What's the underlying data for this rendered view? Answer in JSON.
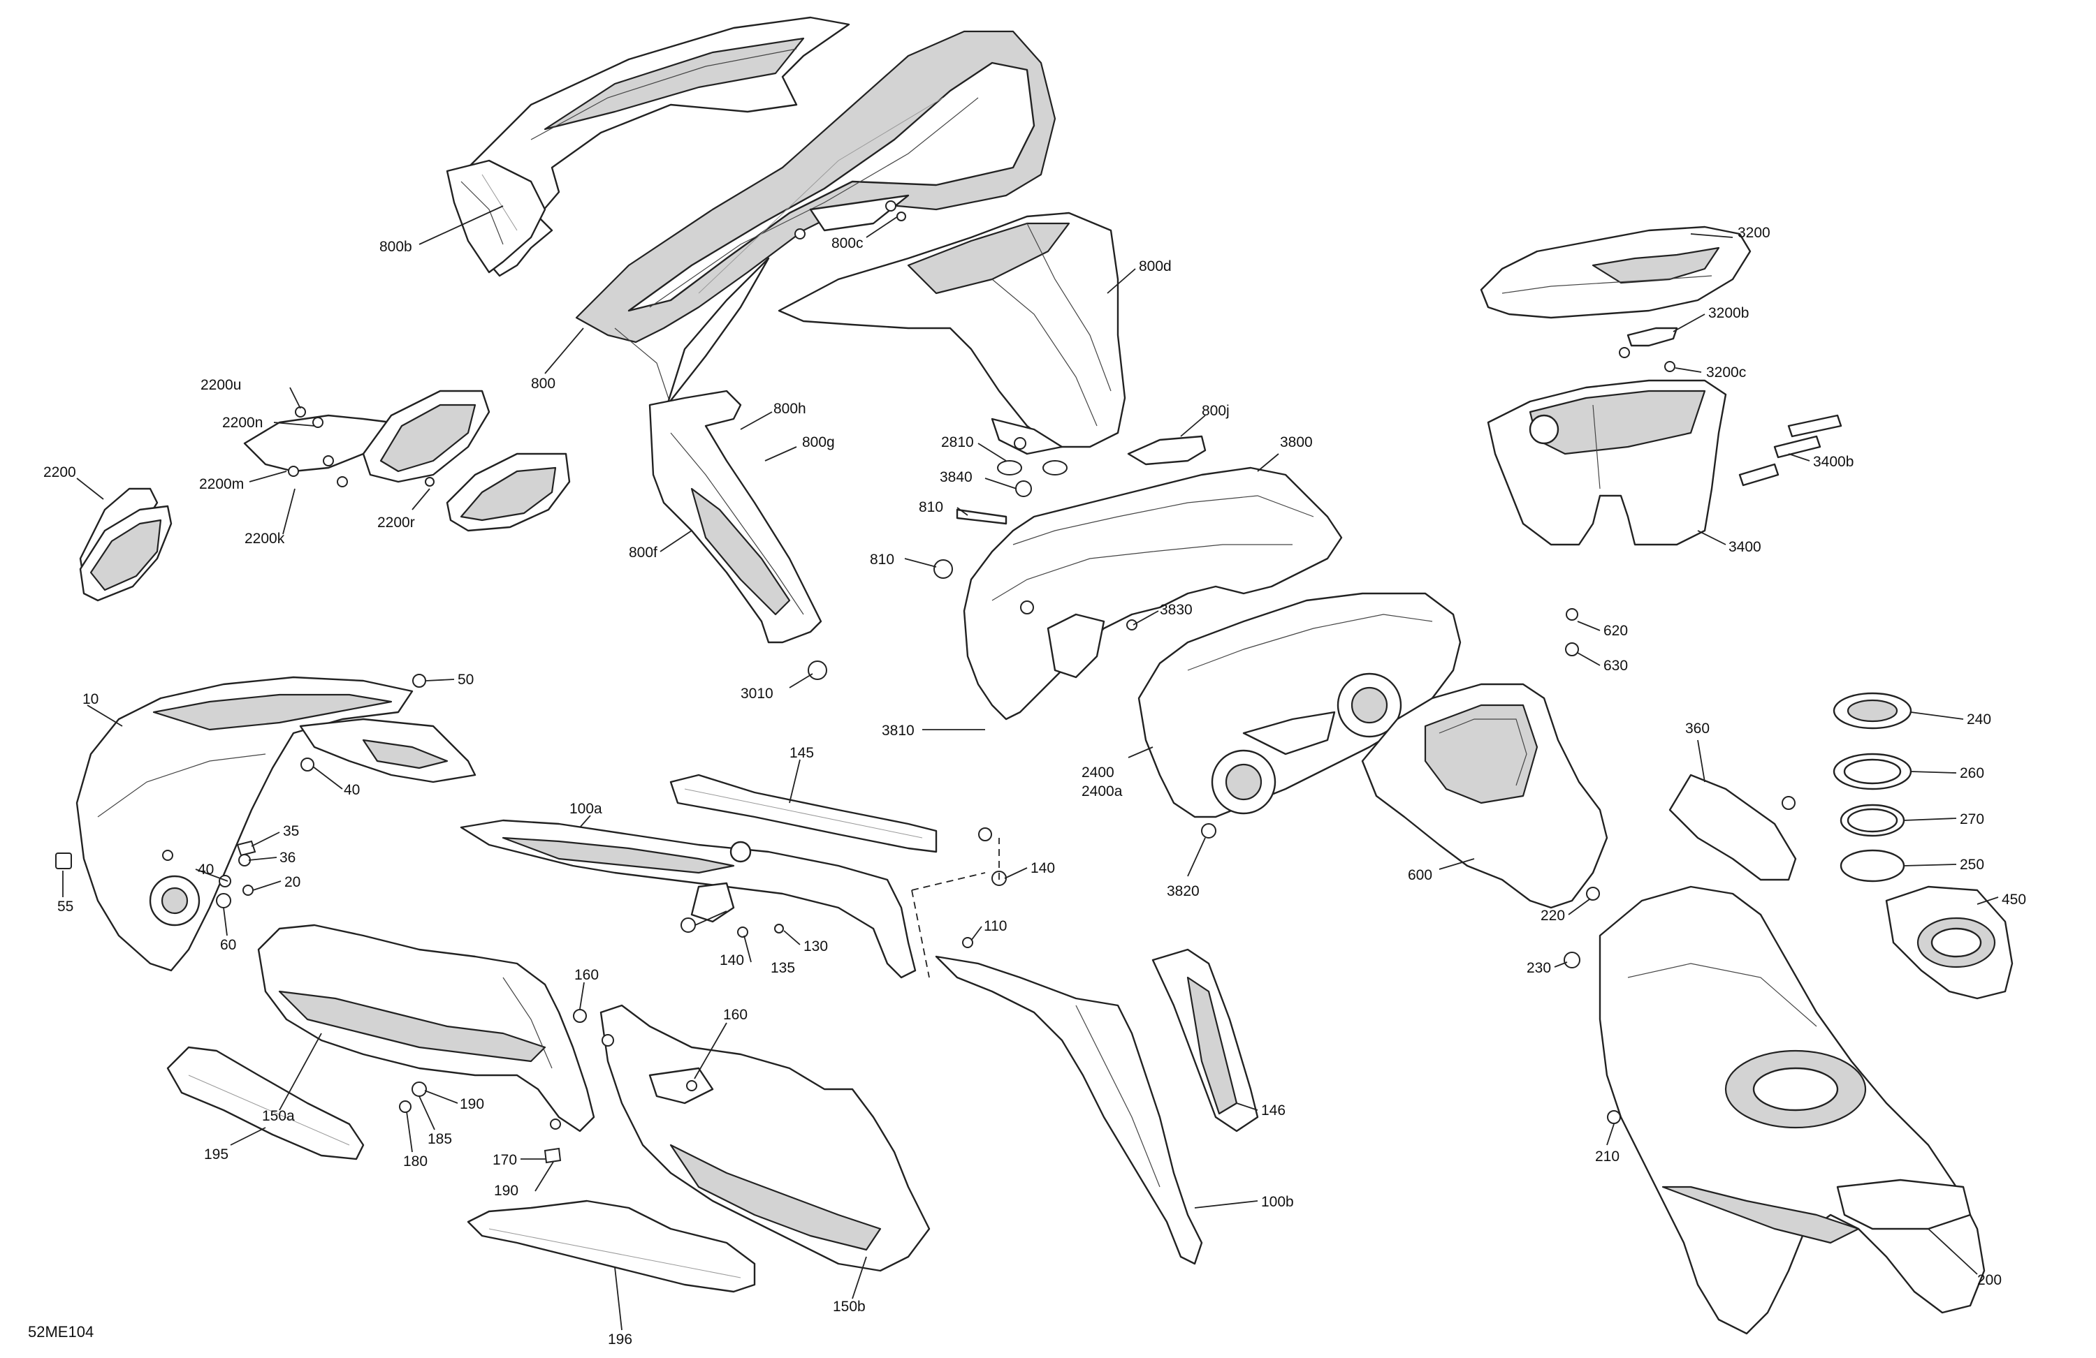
{
  "diagram": {
    "reference": "52ME104",
    "callouts": [
      {
        "id": "800b",
        "text": "800b"
      },
      {
        "id": "800c",
        "text": "800c"
      },
      {
        "id": "800d",
        "text": "800d"
      },
      {
        "id": "800",
        "text": "800"
      },
      {
        "id": "800h",
        "text": "800h"
      },
      {
        "id": "800g",
        "text": "800g"
      },
      {
        "id": "800f",
        "text": "800f"
      },
      {
        "id": "800j",
        "text": "800j"
      },
      {
        "id": "2200u",
        "text": "2200u"
      },
      {
        "id": "2200n",
        "text": "2200n"
      },
      {
        "id": "2200",
        "text": "2200"
      },
      {
        "id": "2200m",
        "text": "2200m"
      },
      {
        "id": "2200k",
        "text": "2200k"
      },
      {
        "id": "2200r",
        "text": "2200r"
      },
      {
        "id": "2810",
        "text": "2810"
      },
      {
        "id": "3840",
        "text": "3840"
      },
      {
        "id": "810a",
        "text": "810"
      },
      {
        "id": "810b",
        "text": "810"
      },
      {
        "id": "3800",
        "text": "3800"
      },
      {
        "id": "3830",
        "text": "3830"
      },
      {
        "id": "3010",
        "text": "3010"
      },
      {
        "id": "3810",
        "text": "3810"
      },
      {
        "id": "3820",
        "text": "3820"
      },
      {
        "id": "2400",
        "text": "2400"
      },
      {
        "id": "2400a",
        "text": "2400a"
      },
      {
        "id": "3200",
        "text": "3200"
      },
      {
        "id": "3200b",
        "text": "3200b"
      },
      {
        "id": "3200c",
        "text": "3200c"
      },
      {
        "id": "3400b",
        "text": "3400b"
      },
      {
        "id": "3400",
        "text": "3400"
      },
      {
        "id": "620",
        "text": "620"
      },
      {
        "id": "630",
        "text": "630"
      },
      {
        "id": "600",
        "text": "600"
      },
      {
        "id": "360",
        "text": "360"
      },
      {
        "id": "240",
        "text": "240"
      },
      {
        "id": "260",
        "text": "260"
      },
      {
        "id": "270",
        "text": "270"
      },
      {
        "id": "250",
        "text": "250"
      },
      {
        "id": "450",
        "text": "450"
      },
      {
        "id": "220",
        "text": "220"
      },
      {
        "id": "230",
        "text": "230"
      },
      {
        "id": "210",
        "text": "210"
      },
      {
        "id": "200",
        "text": "200"
      },
      {
        "id": "10",
        "text": "10"
      },
      {
        "id": "50",
        "text": "50"
      },
      {
        "id": "40a",
        "text": "40"
      },
      {
        "id": "40b",
        "text": "40"
      },
      {
        "id": "35",
        "text": "35"
      },
      {
        "id": "36",
        "text": "36"
      },
      {
        "id": "20",
        "text": "20"
      },
      {
        "id": "55",
        "text": "55"
      },
      {
        "id": "60",
        "text": "60"
      },
      {
        "id": "145",
        "text": "145"
      },
      {
        "id": "100a",
        "text": "100a"
      },
      {
        "id": "140a",
        "text": "140"
      },
      {
        "id": "140b",
        "text": "140"
      },
      {
        "id": "130",
        "text": "130"
      },
      {
        "id": "135",
        "text": "135"
      },
      {
        "id": "110",
        "text": "110"
      },
      {
        "id": "146",
        "text": "146"
      },
      {
        "id": "100b",
        "text": "100b"
      },
      {
        "id": "160a",
        "text": "160"
      },
      {
        "id": "160b",
        "text": "160"
      },
      {
        "id": "150a",
        "text": "150a"
      },
      {
        "id": "190a",
        "text": "190"
      },
      {
        "id": "185",
        "text": "185"
      },
      {
        "id": "180",
        "text": "180"
      },
      {
        "id": "170",
        "text": "170"
      },
      {
        "id": "190b",
        "text": "190"
      },
      {
        "id": "195",
        "text": "195"
      },
      {
        "id": "196",
        "text": "196"
      },
      {
        "id": "150b",
        "text": "150b"
      }
    ]
  }
}
